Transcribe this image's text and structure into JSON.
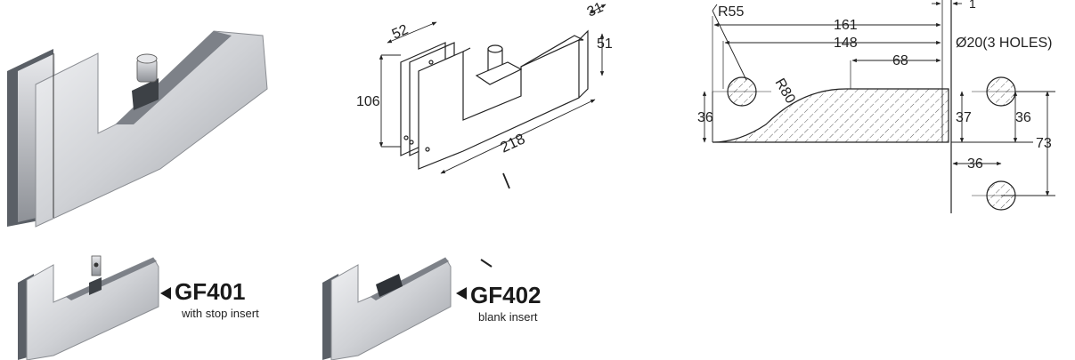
{
  "dimensions_iso": {
    "width_top": "52",
    "depth": "31",
    "height_right": "51",
    "height_left": "106",
    "length": "218"
  },
  "dimensions_profile": {
    "r55": "R55",
    "d161": "161",
    "d148": "148",
    "d68": "68",
    "r80": "R80",
    "d1": "1",
    "holes": "Ø20(3 HOLES)",
    "d36_left": "36",
    "d37": "37",
    "d36_right": "36",
    "d73": "73",
    "d36_bottom": "36"
  },
  "variants": [
    {
      "model": "GF401",
      "desc": "with stop insert"
    },
    {
      "model": "GF402",
      "desc": "blank insert"
    }
  ],
  "colors": {
    "metal_light": "#dcdde0",
    "metal_mid": "#a9abb0",
    "metal_dark": "#555a60",
    "line": "#222222"
  }
}
